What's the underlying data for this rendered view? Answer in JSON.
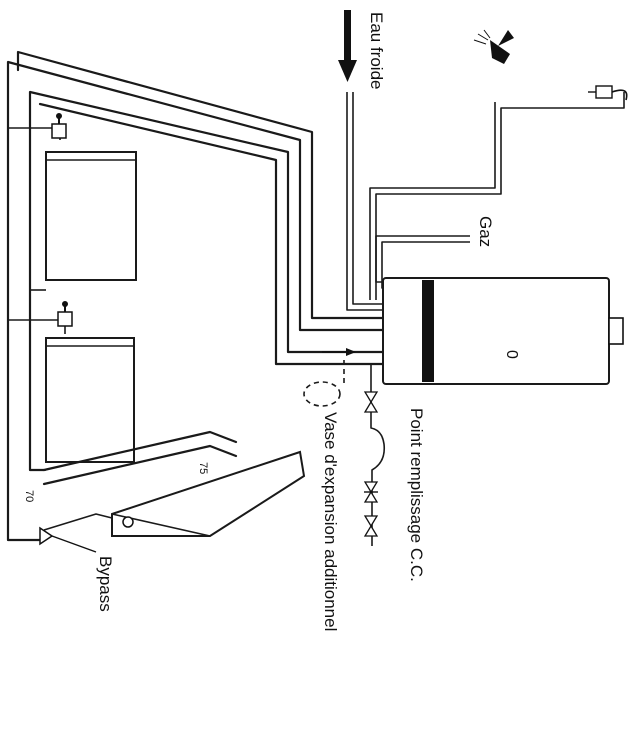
{
  "labels": {
    "cold_water": "Eau froide",
    "gas": "Gaz",
    "boiler_mark": "0",
    "fill_point": "Point remplissage C.C.",
    "expansion_vessel": "Vase d'expansion additionnel",
    "bypass": "Bypass",
    "radiator_temp": "70",
    "floor_panel_temp": "75"
  },
  "colors": {
    "line": "#1a1a1a",
    "boiler_band": "#111111",
    "background": "#ffffff"
  },
  "icons": [
    "cold-water-arrow-icon",
    "shower-head-icon",
    "faucet-icon",
    "thermostatic-valve-icon",
    "check-valve-icon",
    "flow-arrow-icon"
  ]
}
